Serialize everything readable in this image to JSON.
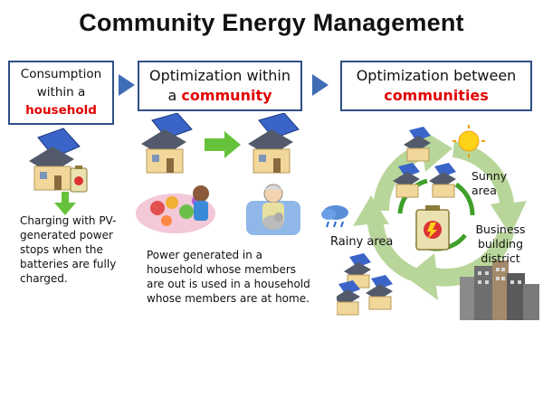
{
  "title": "Community Energy Management",
  "boxes": {
    "household": {
      "line1": "Consumption",
      "line2": "within a",
      "accent": "household"
    },
    "community": {
      "line1": "Optimization within",
      "line2_prefix": "a",
      "accent": "community"
    },
    "between": {
      "line1": "Optimization between",
      "accent": "communities"
    }
  },
  "notes": {
    "household": "Charging with PV-generated power stops when the batteries are fully charged.",
    "community": "Power generated in a household whose members are out is used in a household whose members are at home."
  },
  "labels": {
    "sunny": "Sunny area",
    "rainy": "Rainy area",
    "business": "Business building district"
  },
  "colors": {
    "box_border": "#2e4f85",
    "accent_text": "#e10000",
    "arrow_green": "#66c23a",
    "cycle_green": "#b9d69a",
    "chevron_blue": "#3f6db5",
    "roof": "#525a6b",
    "house_wall": "#f2d79b",
    "solar_panel": "#3a64c8"
  },
  "icons": [
    "house-with-solar-panel-icon",
    "battery-icon",
    "sun-icon",
    "cloud-rain-icon",
    "office-buildings-icon",
    "child-at-table-clipart",
    "elderly-person-with-cat-clipart"
  ]
}
